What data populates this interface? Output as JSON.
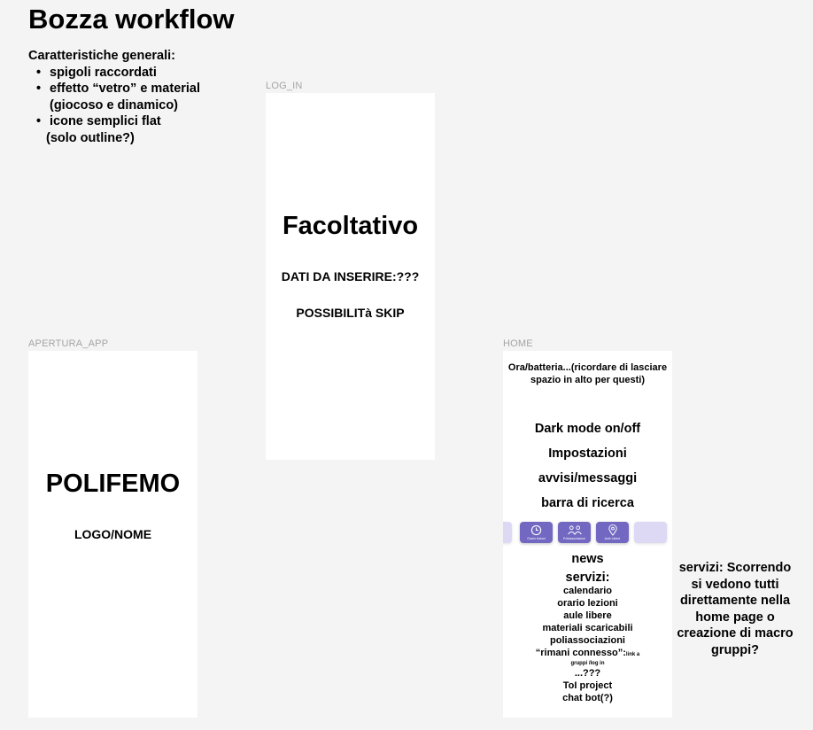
{
  "canvas": {
    "title": "Bozza workflow",
    "notes": {
      "heading": "Caratteristiche generali:",
      "bullets": [
        "spigoli raccordati",
        "effetto “vetro” e material",
        "icone semplici flat"
      ],
      "bullet2_cont": "(giocoso e dinamico)",
      "bullet3_cont": "(solo outline?)"
    },
    "side_note": "servizi: Scorrendo si vedono tutti direttamente nella home page o creazione di macro gruppi?"
  },
  "frames": {
    "login": {
      "label": "LOG_IN",
      "big": "Facoltativo",
      "line1": "DATI DA INSERIRE:???",
      "line2": "POSSIBILITà SKIP"
    },
    "apertura": {
      "label": "APERTURA_APP",
      "big": "POLIFEMO",
      "line1": "LOGO/NOME"
    },
    "home": {
      "label": "HOME",
      "status": "Ora/batteria...(ricordare di lasciare spazio in alto per questi)",
      "items": [
        "Dark mode on/off",
        "Impostazioni",
        "avvisi/messaggi",
        "barra di ricerca"
      ],
      "chips": [
        {
          "label": "",
          "icon": "partial-icon"
        },
        {
          "label": "Orario lezioni",
          "icon": "clock-icon"
        },
        {
          "label": "Poliassociazioni",
          "icon": "people-icon"
        },
        {
          "label": "Aule Libere",
          "icon": "location-pin-icon"
        },
        {
          "label": "",
          "icon": "blank-icon"
        }
      ],
      "news": "news",
      "servizi_title": "servizi:",
      "servizi": [
        "calendario",
        "orario lezioni",
        "aule libere",
        "materiali scaricabili",
        "poliassociazioni"
      ],
      "rimani": "“rimani connesso”:",
      "rimani_small": "link a",
      "rimani_small2": "gruppi /log in",
      "more": "...???",
      "tol": "ToI project",
      "chat": "chat bot(?)"
    }
  },
  "colors": {
    "background": "#f4f4f4",
    "frame": "#ffffff",
    "chip": "#7268c2",
    "chip_pale": "#ddd9f5",
    "label_gray": "#a4a4a4"
  }
}
